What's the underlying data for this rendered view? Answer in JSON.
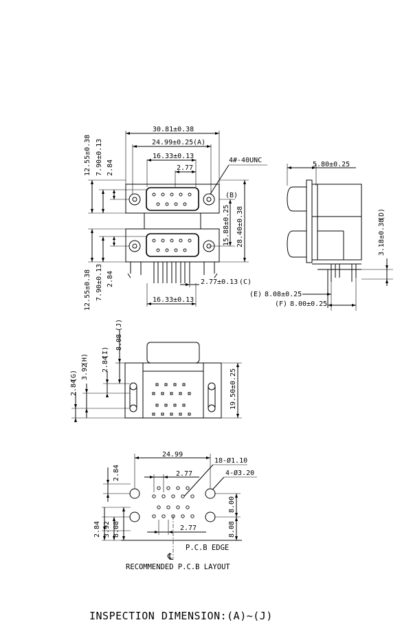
{
  "front_view": {
    "dim_overall_width": "30.81±0.38",
    "dim_a": "24.99±0.25",
    "dim_a_tag": "(A)",
    "dim_top_pin_span": "16.33±0.13",
    "dim_top_pitch": "2.77",
    "dim_screw": "4#-40UNC",
    "dim_b_tag": "(B)",
    "dim_left_top_height": "12.55±0.38",
    "dim_left_top_mid": "7.90±0.13",
    "dim_left_top_small": "2.84",
    "dim_right_inner": "15.88±0.25",
    "dim_right_overall": "28.40±0.38",
    "dim_left_bottom_height": "12.55±0.38",
    "dim_left_bottom_mid": "7.90±0.13",
    "dim_left_bottom_small": "2.84",
    "dim_c": "2.77±0.13",
    "dim_c_tag": "(C)",
    "dim_bottom_pin_span": "16.33±0.13"
  },
  "side_view": {
    "dim_top": "5.80±0.25",
    "dim_d": "3.18±0.38",
    "dim_d_tag": "(D)",
    "dim_e_tag": "(E)",
    "dim_e": "8.08±0.25",
    "dim_f_tag": "(F)",
    "dim_f": "8.00±0.25"
  },
  "bottom_view": {
    "dim_j": "8.08",
    "dim_j_tag": "(J)",
    "dim_i": "2.84",
    "dim_i_tag": "(I)",
    "dim_h": "3.92",
    "dim_h_tag": "(H)",
    "dim_g": "2.84",
    "dim_g_tag": "(G)",
    "dim_depth": "19.50±0.25"
  },
  "pcb_layout": {
    "dim_width": "24.99",
    "dim_holes_small": "18-Ø1.10",
    "dim_holes_large": "4-Ø3.20",
    "dim_top_pitch": "2.77",
    "dim_left_top": "2.84",
    "dim_right_top": "8.00",
    "dim_left_b1": "2.84",
    "dim_left_b2": "3.92",
    "dim_left_b3": "8.08",
    "dim_right_bottom": "8.08",
    "dim_bottom_pitch": "2.77",
    "centerline_symbol": "℄",
    "edge_label": "P.C.B EDGE",
    "caption": "RECOMMENDED P.C.B LAYOUT"
  },
  "footer": {
    "title": "INSPECTION DIMENSION:(A)~(J)"
  }
}
